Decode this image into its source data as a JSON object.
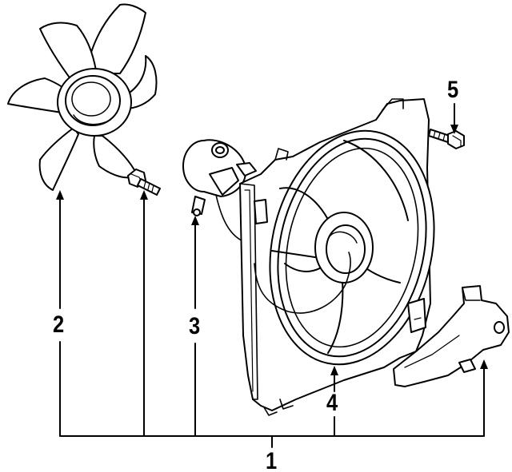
{
  "callouts": {
    "c1": "1",
    "c2": "2",
    "c3": "3",
    "c4": "4",
    "c5": "5"
  },
  "colors": {
    "ink": "#000000",
    "paper": "#ffffff"
  }
}
